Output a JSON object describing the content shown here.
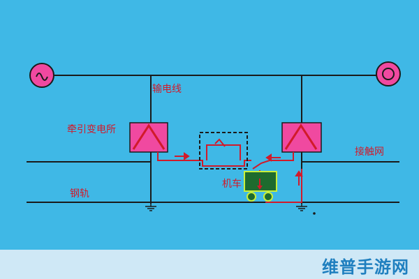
{
  "labels": {
    "transmission_line": "输电线",
    "substation": "牵引变电所",
    "catenary": "接触网",
    "rail": "钢轨",
    "locomotive": "机车"
  },
  "watermark": "维普手游网",
  "colors": {
    "background": "#3fb8e6",
    "wire": "#1a1a1a",
    "current": "#d11a2a",
    "transformer_fill": "#f049a0",
    "locomotive_body": "#1e6b2e",
    "locomotive_outline": "#c9f03a",
    "source_fill": "#f049a0"
  },
  "icons": [
    "ac-generator-icon",
    "generator-icon",
    "transformer-icon",
    "switch-icon",
    "locomotive-icon",
    "ground-icon",
    "current-arrow-icon"
  ]
}
